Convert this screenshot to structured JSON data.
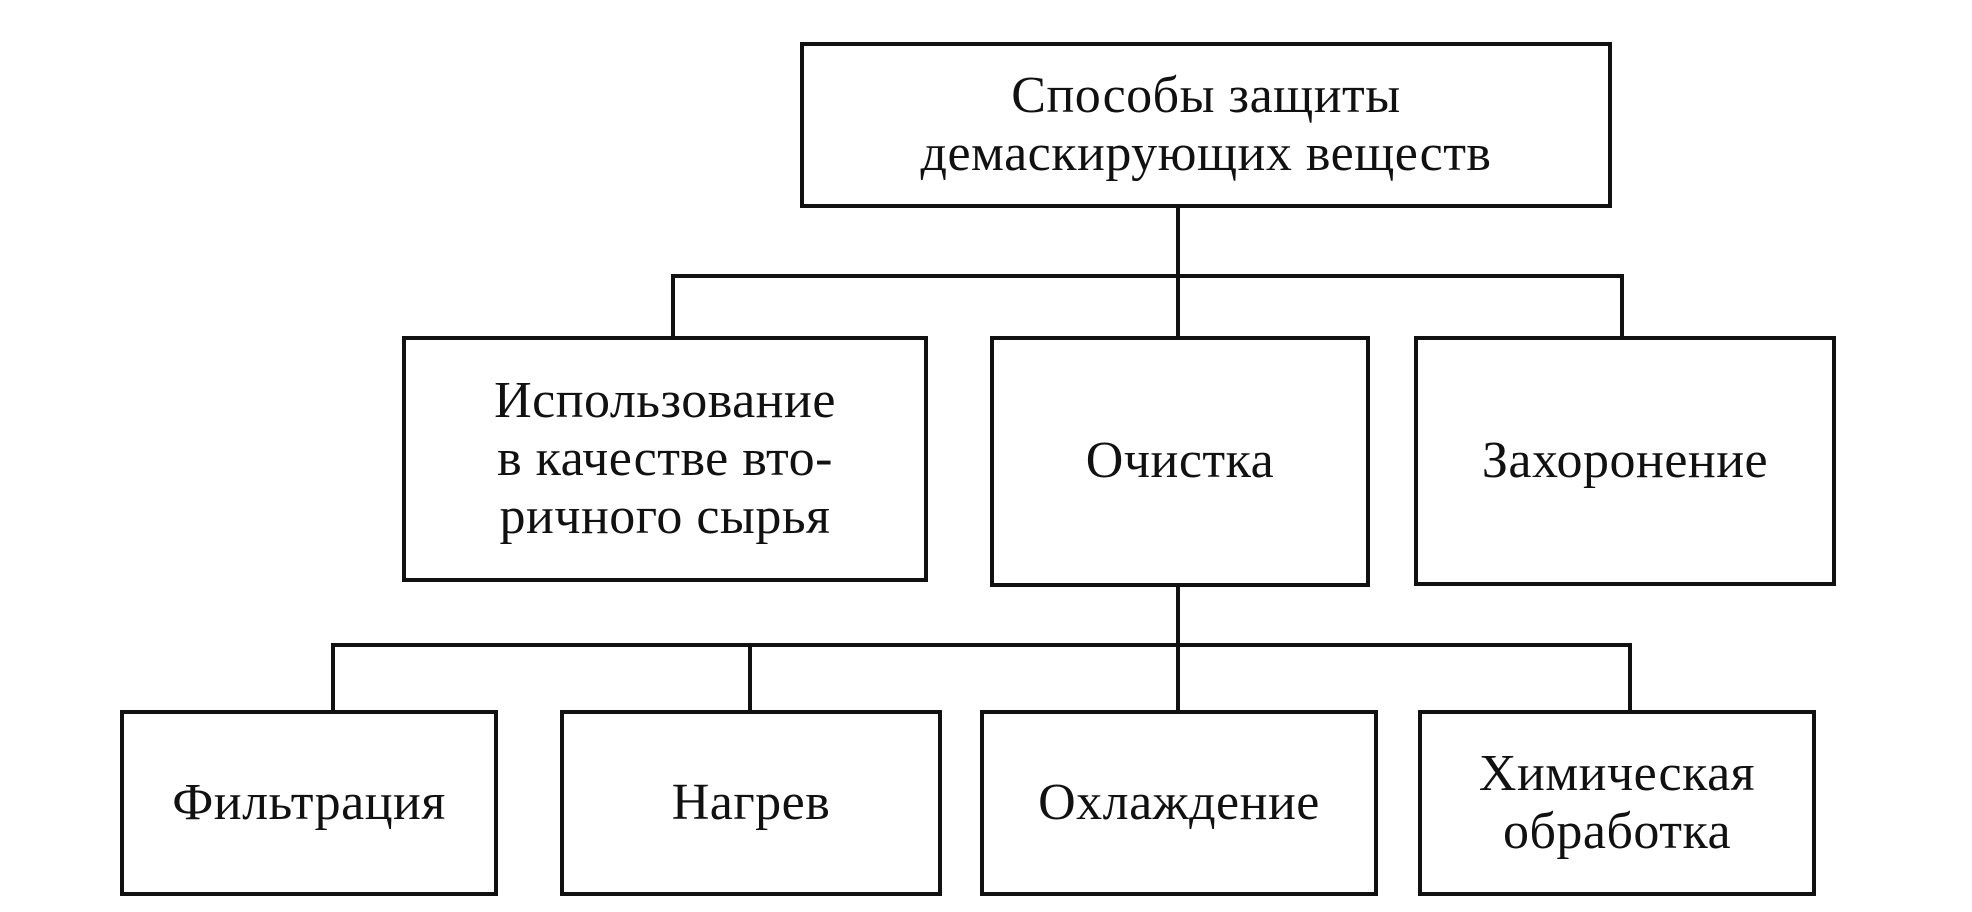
{
  "diagram": {
    "root": {
      "lines": [
        "Способы защиты",
        "демаскирующих веществ"
      ]
    },
    "level1": [
      {
        "lines": [
          "Использование",
          "в качестве вто-",
          "ричного сырья"
        ]
      },
      {
        "lines": [
          "Очистка"
        ]
      },
      {
        "lines": [
          "Захоронение"
        ]
      }
    ],
    "level2": [
      {
        "lines": [
          "Фильтрация"
        ]
      },
      {
        "lines": [
          "Нагрев"
        ]
      },
      {
        "lines": [
          "Охлаждение"
        ]
      },
      {
        "lines": [
          "Химическая",
          "обработка"
        ]
      }
    ]
  },
  "colors": {
    "line": "#111111",
    "background": "#ffffff"
  }
}
